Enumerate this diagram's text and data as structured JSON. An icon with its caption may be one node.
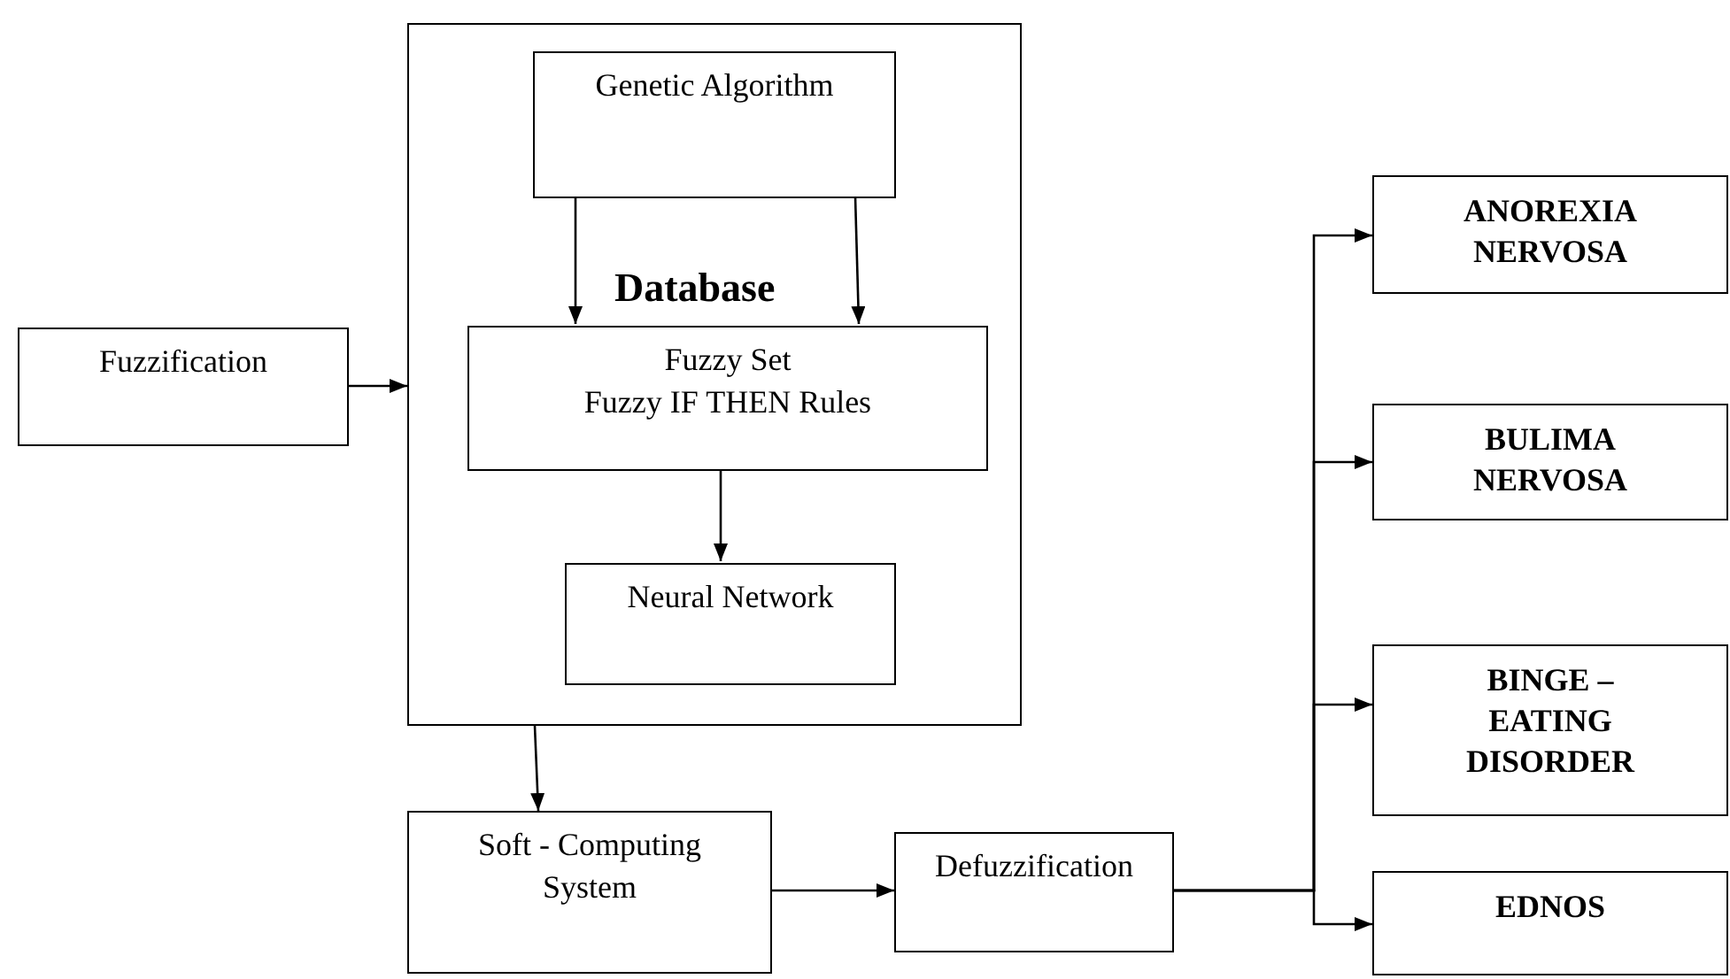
{
  "diagram": {
    "nodes": [
      {
        "text": [
          "Fuzzification"
        ]
      },
      {
        "text": [],
        "shape": "box"
      },
      {
        "text": [
          "Genetic Algorithm"
        ],
        "in": 1
      },
      {
        "text": [
          "Database",
          "Fuzzy Set",
          "Fuzzy IF THEN Rules"
        ],
        "in": 1
      },
      {
        "text": [
          "Neural Network"
        ],
        "in": 1
      },
      {
        "text": [
          "Soft - Computing System"
        ]
      },
      {
        "text": [
          "Defuzzification"
        ]
      },
      {
        "text": [
          "ANOREXIA NERVOSA"
        ]
      },
      {
        "text": [
          "BULIMA NERVOSA"
        ]
      },
      {
        "text": [
          "BINGE – EATING DISORDER"
        ]
      },
      {
        "text": [
          "EDNOS"
        ]
      }
    ],
    "edges": [
      {
        "from": 0,
        "to": 1,
        "arrow": "to"
      },
      {
        "from": 2,
        "to": 3,
        "arrow": "to"
      },
      {
        "from": 2,
        "to": 3,
        "arrow": "to"
      },
      {
        "from": 3,
        "to": 4,
        "arrow": "to"
      },
      {
        "from": 1,
        "to": 5,
        "arrow": "to"
      },
      {
        "from": 5,
        "to": 6,
        "arrow": "to"
      },
      {
        "from": 6,
        "to": 7,
        "arrow": "to"
      },
      {
        "from": 6,
        "to": 8,
        "arrow": "to"
      },
      {
        "from": 6,
        "to": 9,
        "arrow": "to"
      },
      {
        "from": 6,
        "to": 10,
        "arrow": "to"
      }
    ]
  }
}
